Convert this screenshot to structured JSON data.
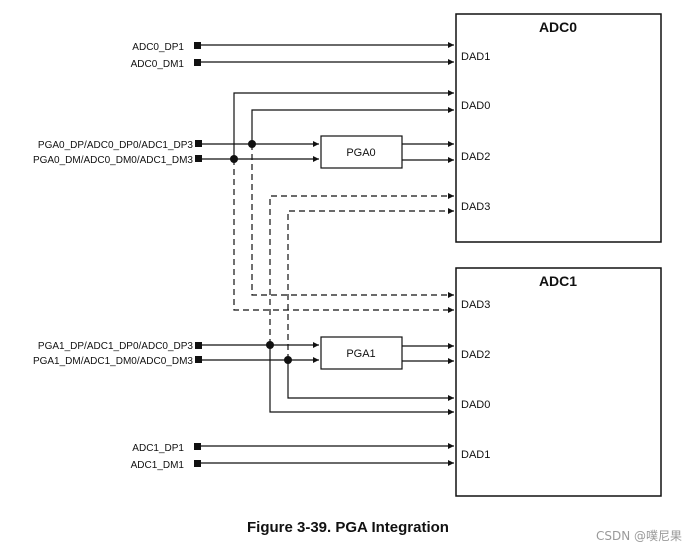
{
  "adc0": {
    "title": "ADC0",
    "dad1": "DAD1",
    "dad0": "DAD0",
    "dad2": "DAD2",
    "dad3": "DAD3"
  },
  "adc1": {
    "title": "ADC1",
    "dad3": "DAD3",
    "dad2": "DAD2",
    "dad0": "DAD0",
    "dad1": "DAD1"
  },
  "pins": {
    "adc0_dp1": "ADC0_DP1",
    "adc0_dm1": "ADC0_DM1",
    "pga0_dp": "PGA0_DP/ADC0_DP0/ADC1_DP3",
    "pga0_dm": "PGA0_DM/ADC0_DM0/ADC1_DM3",
    "pga1_dp": "PGA1_DP/ADC1_DP0/ADC0_DP3",
    "pga1_dm": "PGA1_DM/ADC1_DM0/ADC0_DM3",
    "adc1_dp1": "ADC1_DP1",
    "adc1_dm1": "ADC1_DM1"
  },
  "pga0": "PGA0",
  "pga1": "PGA1",
  "caption": "Figure 3-39. PGA Integration",
  "watermark": "CSDN @噗尼果"
}
